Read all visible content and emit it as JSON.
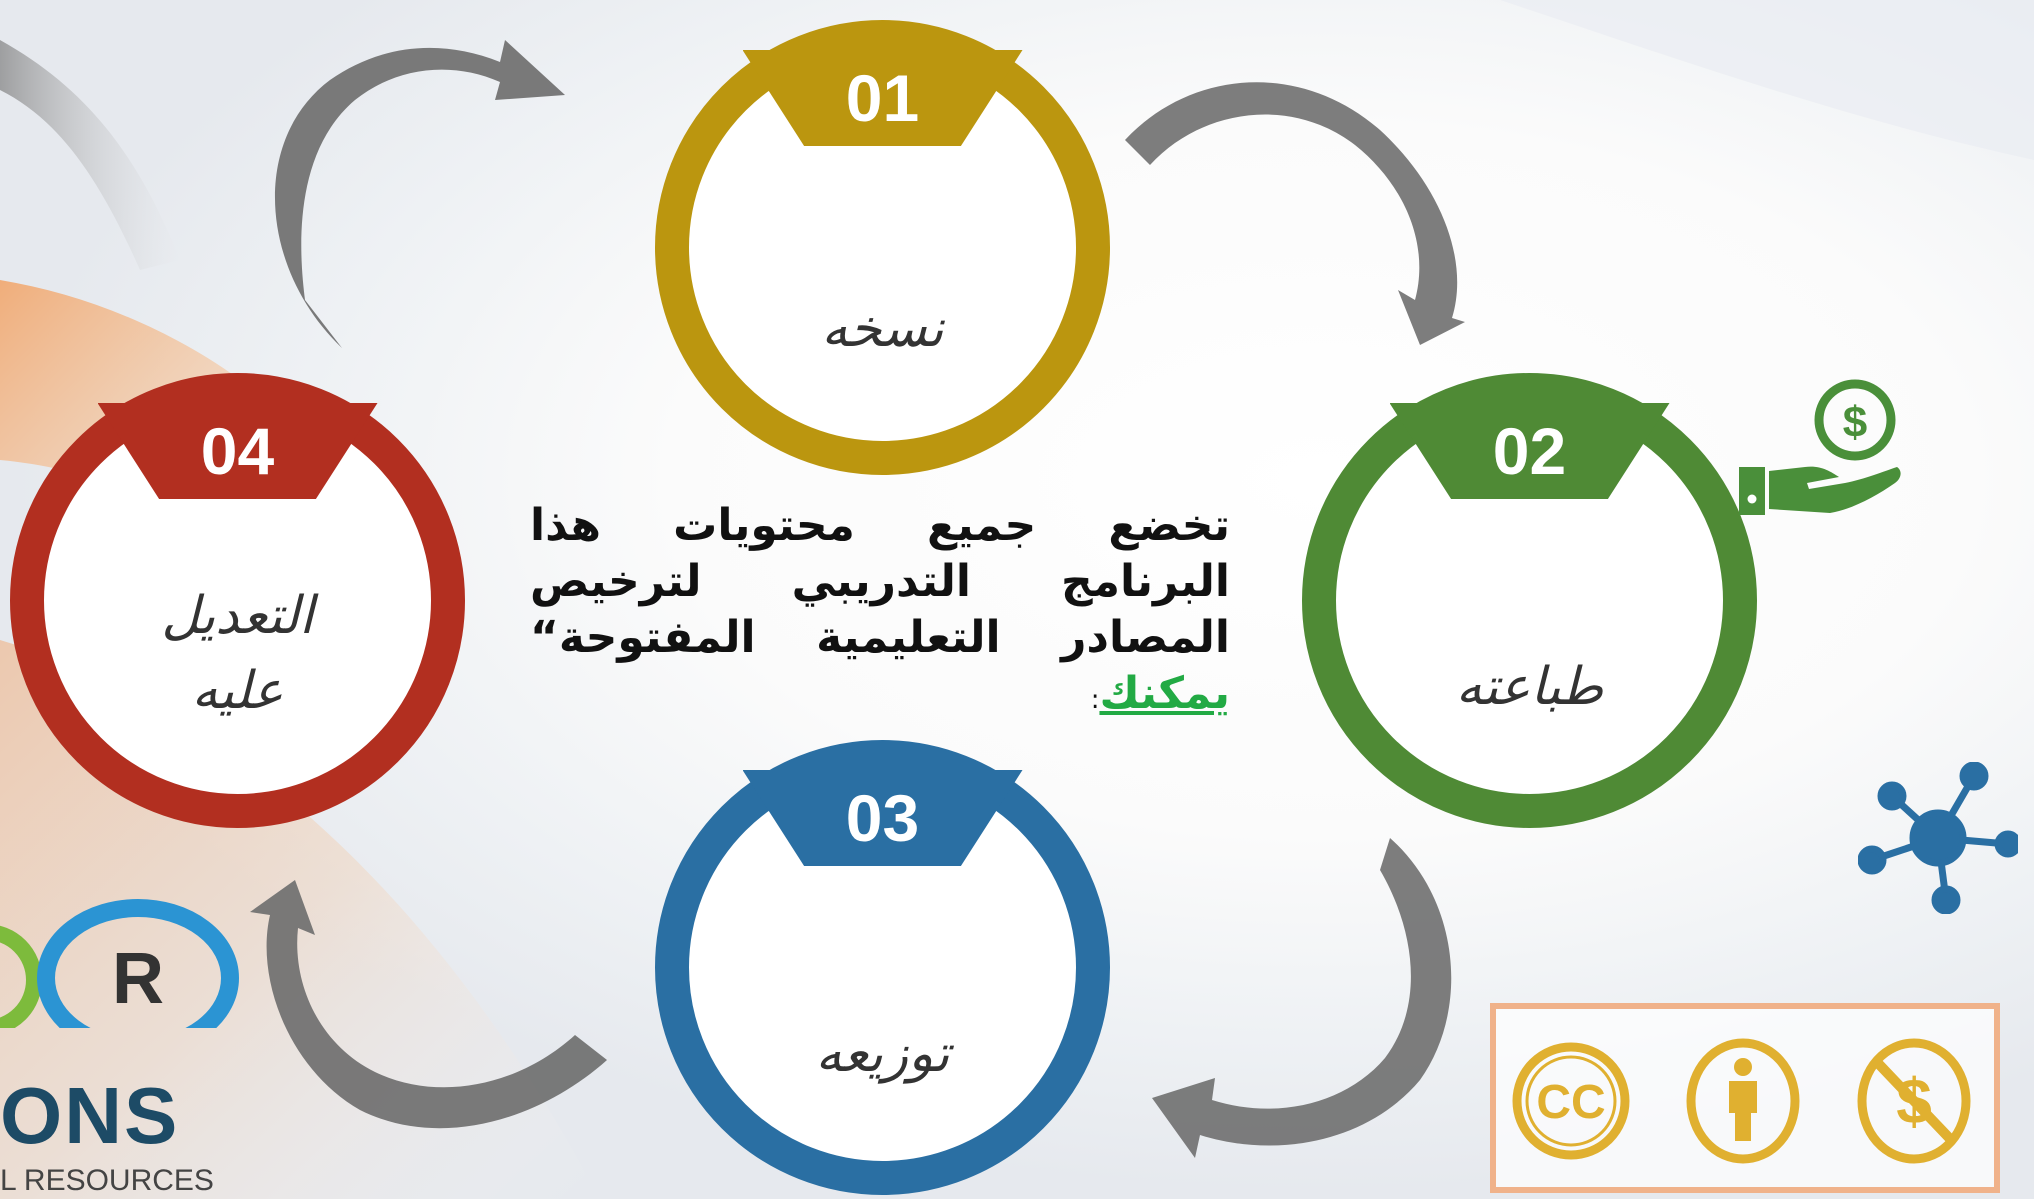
{
  "diagram": {
    "center_text": {
      "main": "تخضع جميع محتويات هذا البرنامج التدريبي لترخيص المصادر التعليمية المفتوحة“",
      "highlight": "يمكنك",
      "colon": ":"
    },
    "steps": [
      {
        "number": "01",
        "label": "نسخه",
        "color": "#bb960f"
      },
      {
        "number": "02",
        "label": "طباعته",
        "color": "#4f8a35"
      },
      {
        "number": "03",
        "label": "توزيعه",
        "color": "#2a6fa3"
      },
      {
        "number": "04",
        "label_line1": "التعديل",
        "label_line2": "عليه",
        "color": "#b22f20"
      }
    ]
  },
  "logo": {
    "letter": "R",
    "word": "ONS",
    "tagline": "L RESOURCES"
  },
  "license": {
    "cc_text": "CC",
    "icons": [
      "creative-commons-icon",
      "attribution-person-icon",
      "noncommercial-icon"
    ],
    "color": "#e0b030",
    "frame_color": "#f0b28a"
  },
  "decor_icons": [
    "money-hand-icon",
    "network-icon"
  ],
  "colors": {
    "arrow": "#7a7a7a",
    "green_icon": "#4a8f3a",
    "blue_icon": "#2a6fa3"
  }
}
